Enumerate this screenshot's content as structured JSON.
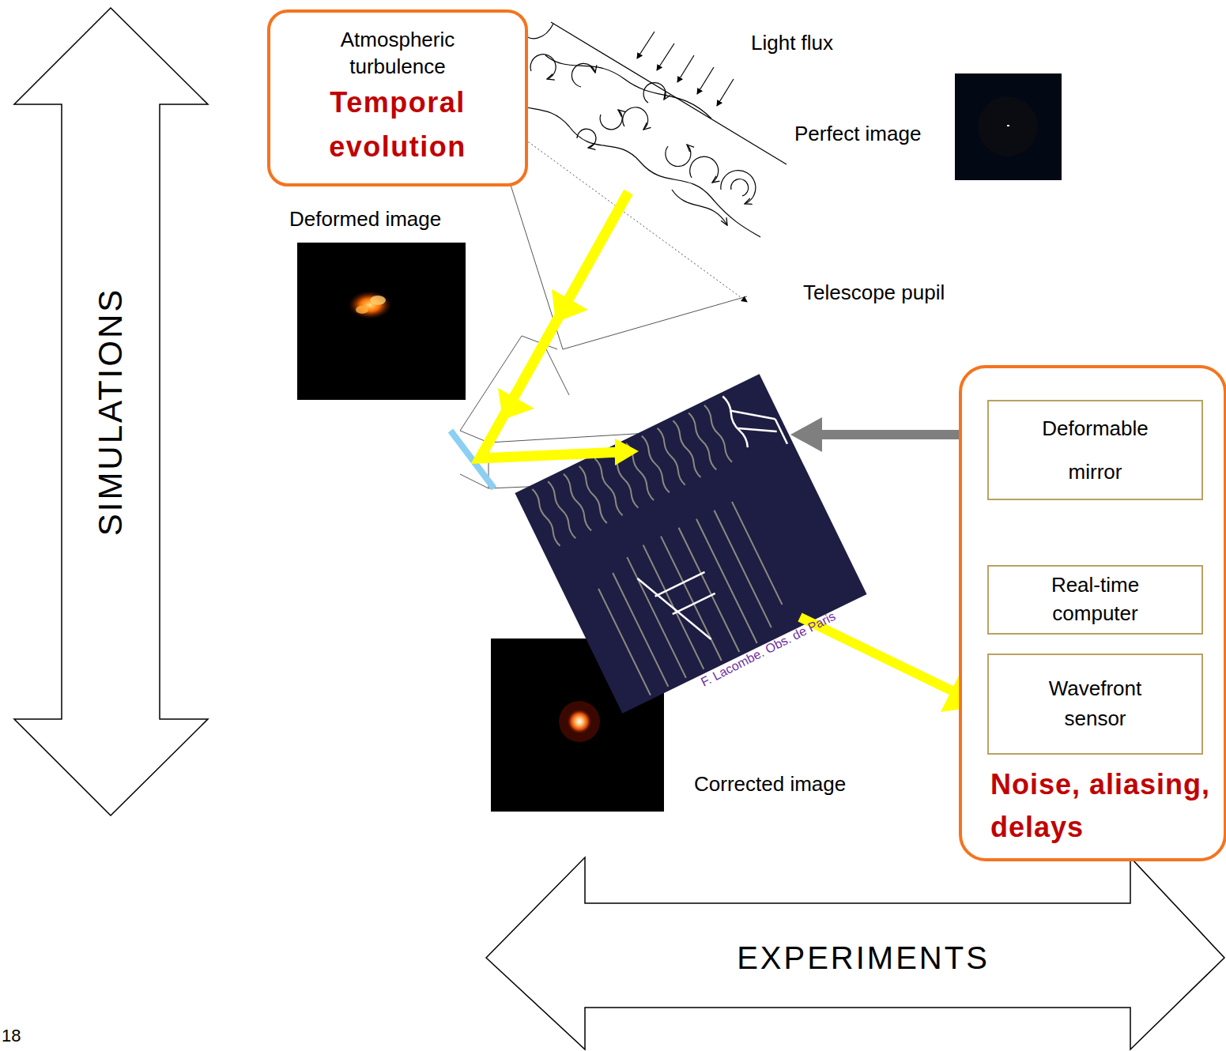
{
  "diagram": {
    "nodes": [
      {
        "text": [
          "Atmospheric turbulence",
          "Temporal evolution"
        ]
      },
      {
        "text": [
          "Noise, aliasing, delays"
        ]
      },
      {
        "text": [
          "Deformable mirror"
        ],
        "in": 1
      },
      {
        "text": [
          "Real-time computer"
        ],
        "in": 1
      },
      {
        "text": [
          "Wavefront sensor"
        ],
        "in": 1
      }
    ],
    "edges": [
      {
        "from": 4,
        "to": 3,
        "arrow": "to"
      },
      {
        "from": 3,
        "to": 2,
        "arrow": "to"
      }
    ],
    "labels": [
      "Light flux",
      "Perfect image",
      "Deformed image",
      "Telescope pupil",
      "Corrected image",
      "F. Lacombe. Obs. de Paris",
      "SIMULATIONS",
      "EXPERIMENTS",
      "18"
    ]
  }
}
